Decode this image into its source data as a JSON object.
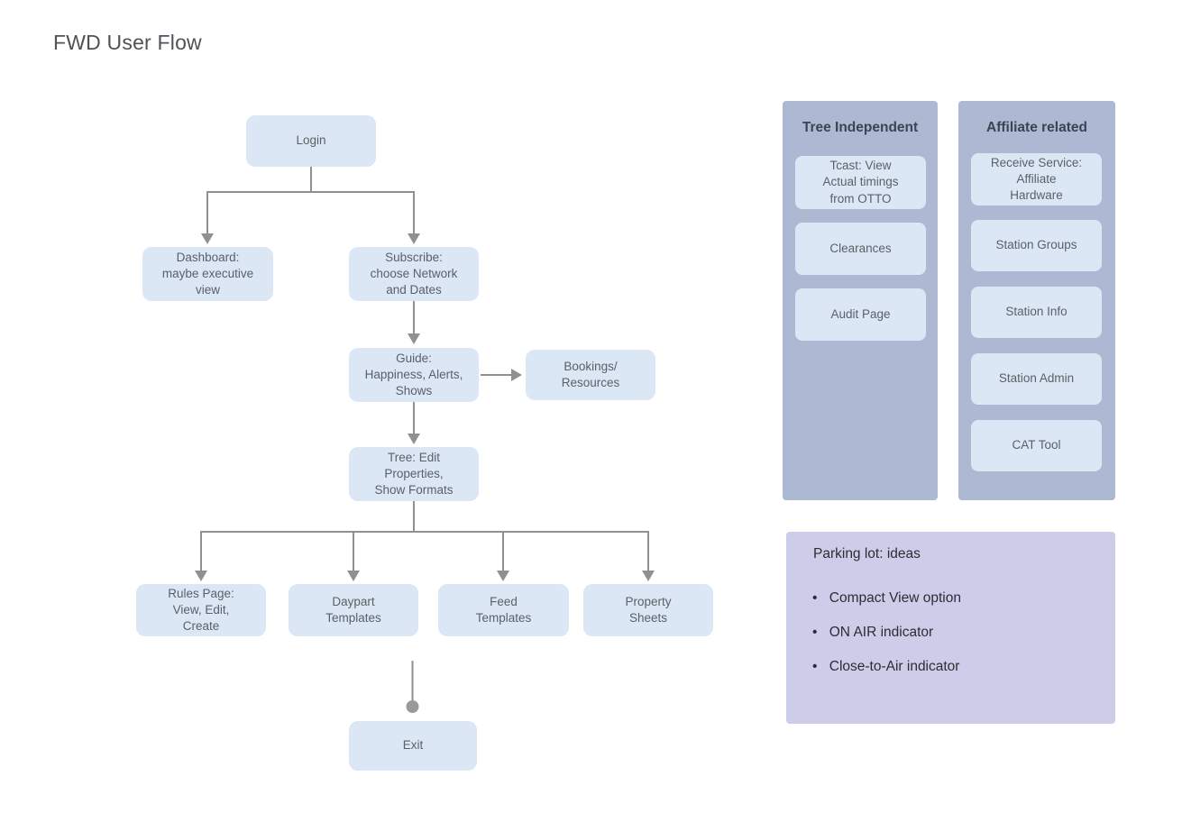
{
  "title": "FWD User Flow",
  "colors": {
    "node_bg": "#dbe7f5",
    "panel_bg": "#adb9d2",
    "parking_bg": "#cecde9",
    "connector": "#8f9191",
    "node_text": "#5b6067",
    "panel_header_text": "#3b4454",
    "parking_text": "#2b2d34"
  },
  "flow": {
    "nodes": {
      "login": "Login",
      "dashboard": "Dashboard:\nmaybe executive\nview",
      "subscribe": "Subscribe:\nchoose Network\nand Dates",
      "guide": "Guide:\nHappiness, Alerts,\nShows",
      "bookings": "Bookings/\nResources",
      "tree": "Tree: Edit\nProperties,\nShow Formats",
      "rules": "Rules Page:\nView, Edit,\nCreate",
      "daypart": "Daypart\nTemplates",
      "feed": "Feed\nTemplates",
      "property": "Property\nSheets",
      "exit": "Exit"
    }
  },
  "panels": {
    "tree_independent": {
      "title": "Tree Independent",
      "items": [
        "Tcast: View\nActual timings\nfrom OTTO",
        "Clearances",
        "Audit Page"
      ]
    },
    "affiliate_related": {
      "title": "Affiliate related",
      "items": [
        "Receive Service:\nAffiliate\nHardware",
        "Station Groups",
        "Station Info",
        "Station Admin",
        "CAT Tool"
      ]
    }
  },
  "parking_lot": {
    "title": "Parking lot: ideas",
    "items": [
      "Compact View option",
      "ON AIR indicator",
      "Close-to-Air indicator"
    ]
  }
}
